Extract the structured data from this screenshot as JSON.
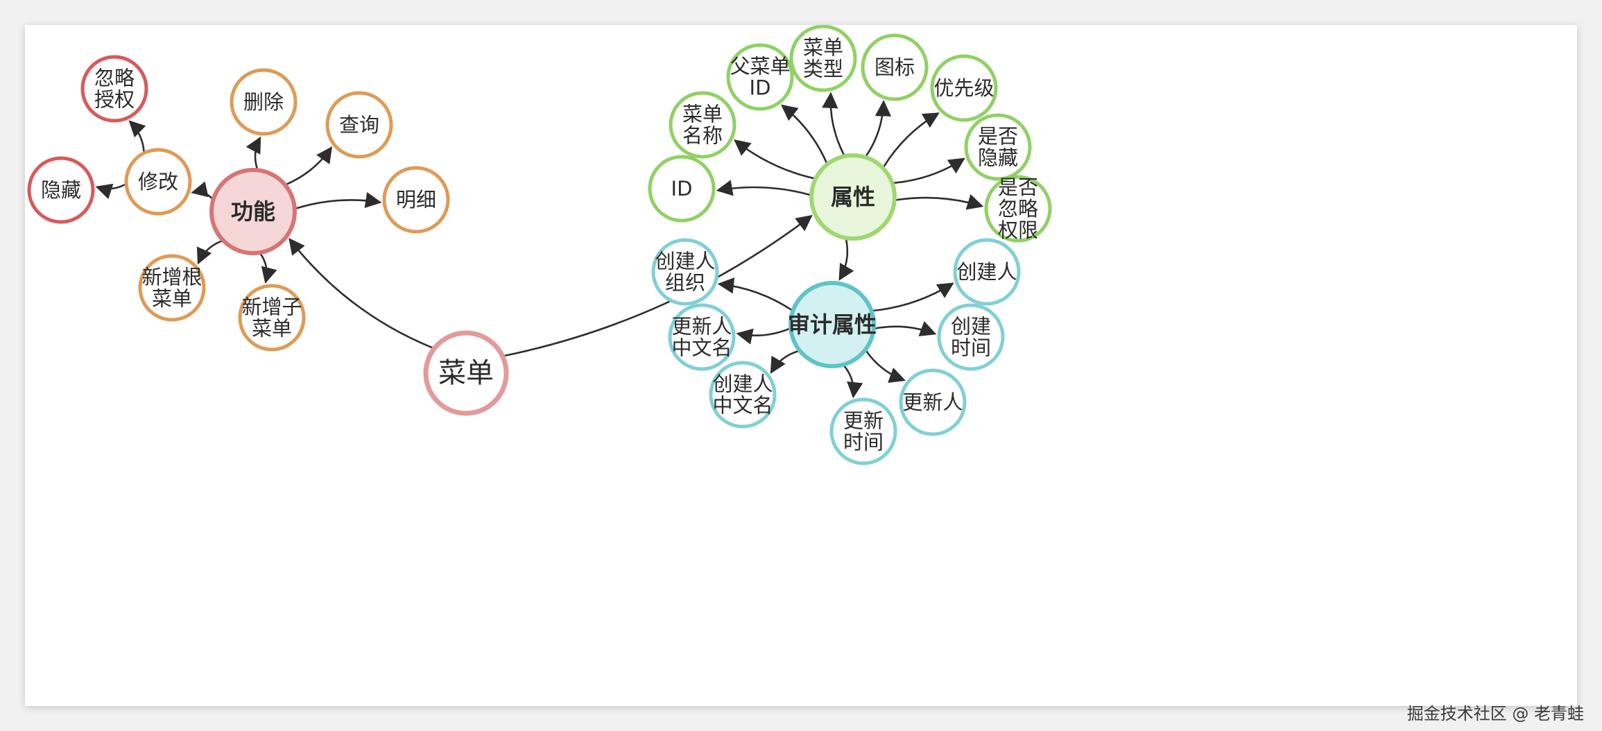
{
  "root": {
    "id": "menu",
    "label": "菜单"
  },
  "hubs": [
    {
      "id": "func",
      "label": "功能"
    },
    {
      "id": "attr",
      "label": "属性"
    },
    {
      "id": "audit",
      "label": "审计属性"
    }
  ],
  "nodes": [
    {
      "id": "modify",
      "label": "修改",
      "group": "func"
    },
    {
      "id": "delete",
      "label": "删除",
      "group": "func"
    },
    {
      "id": "query",
      "label": "查询",
      "group": "func"
    },
    {
      "id": "detail",
      "label": "明细",
      "group": "func"
    },
    {
      "id": "add_root",
      "label": "新增根\n菜单",
      "group": "func"
    },
    {
      "id": "add_child",
      "label": "新增子\n菜单",
      "group": "func"
    },
    {
      "id": "ignore_auth",
      "label": "忽略\n授权",
      "group": "modify"
    },
    {
      "id": "hide",
      "label": "隐藏",
      "group": "modify"
    },
    {
      "id": "id",
      "label": "ID",
      "group": "attr"
    },
    {
      "id": "menu_name",
      "label": "菜单\n名称",
      "group": "attr"
    },
    {
      "id": "parent_id",
      "label": "父菜单\nID",
      "group": "attr"
    },
    {
      "id": "menu_type",
      "label": "菜单\n类型",
      "group": "attr"
    },
    {
      "id": "icon",
      "label": "图标",
      "group": "attr"
    },
    {
      "id": "priority",
      "label": "优先级",
      "group": "attr"
    },
    {
      "id": "is_hidden",
      "label": "是否\n隐藏",
      "group": "attr"
    },
    {
      "id": "ignore_perm",
      "label": "是否\n忽略\n权限",
      "group": "attr"
    },
    {
      "id": "creator_org",
      "label": "创建人\n组织",
      "group": "audit"
    },
    {
      "id": "updater_cn",
      "label": "更新人\n中文名",
      "group": "audit"
    },
    {
      "id": "creator_cn",
      "label": "创建人\n中文名",
      "group": "audit"
    },
    {
      "id": "update_time",
      "label": "更新\n时间",
      "group": "audit"
    },
    {
      "id": "updater",
      "label": "更新人",
      "group": "audit"
    },
    {
      "id": "create_time",
      "label": "创建\n时间",
      "group": "audit"
    },
    {
      "id": "creator",
      "label": "创建人",
      "group": "audit"
    }
  ],
  "edges": [
    [
      "menu",
      "func"
    ],
    [
      "menu",
      "attr"
    ],
    [
      "attr",
      "audit"
    ],
    [
      "func",
      "modify"
    ],
    [
      "func",
      "delete"
    ],
    [
      "func",
      "query"
    ],
    [
      "func",
      "detail"
    ],
    [
      "func",
      "add_root"
    ],
    [
      "func",
      "add_child"
    ],
    [
      "modify",
      "ignore_auth"
    ],
    [
      "modify",
      "hide"
    ],
    [
      "attr",
      "id"
    ],
    [
      "attr",
      "menu_name"
    ],
    [
      "attr",
      "parent_id"
    ],
    [
      "attr",
      "menu_type"
    ],
    [
      "attr",
      "icon"
    ],
    [
      "attr",
      "priority"
    ],
    [
      "attr",
      "is_hidden"
    ],
    [
      "attr",
      "ignore_perm"
    ],
    [
      "audit",
      "creator_org"
    ],
    [
      "audit",
      "updater_cn"
    ],
    [
      "audit",
      "creator_cn"
    ],
    [
      "audit",
      "update_time"
    ],
    [
      "audit",
      "updater"
    ],
    [
      "audit",
      "create_time"
    ],
    [
      "audit",
      "creator"
    ]
  ],
  "colors": {
    "root_stroke": "#e39a9a",
    "root_fill": "#ffffff",
    "func_stroke": "#d77474",
    "func_fill": "#f5d7d7",
    "func_child": "#e09a55",
    "modify_child": "#d9595a",
    "attr_stroke": "#9ed870",
    "attr_fill": "#e8f6dc",
    "attr_child": "#8fd163",
    "audit_stroke": "#5ec4c8",
    "audit_fill": "#d3f1f1",
    "audit_child": "#7fd0d4",
    "edge": "#2d2d2d"
  },
  "watermark": "掘金技术社区 @ 老青蛙"
}
